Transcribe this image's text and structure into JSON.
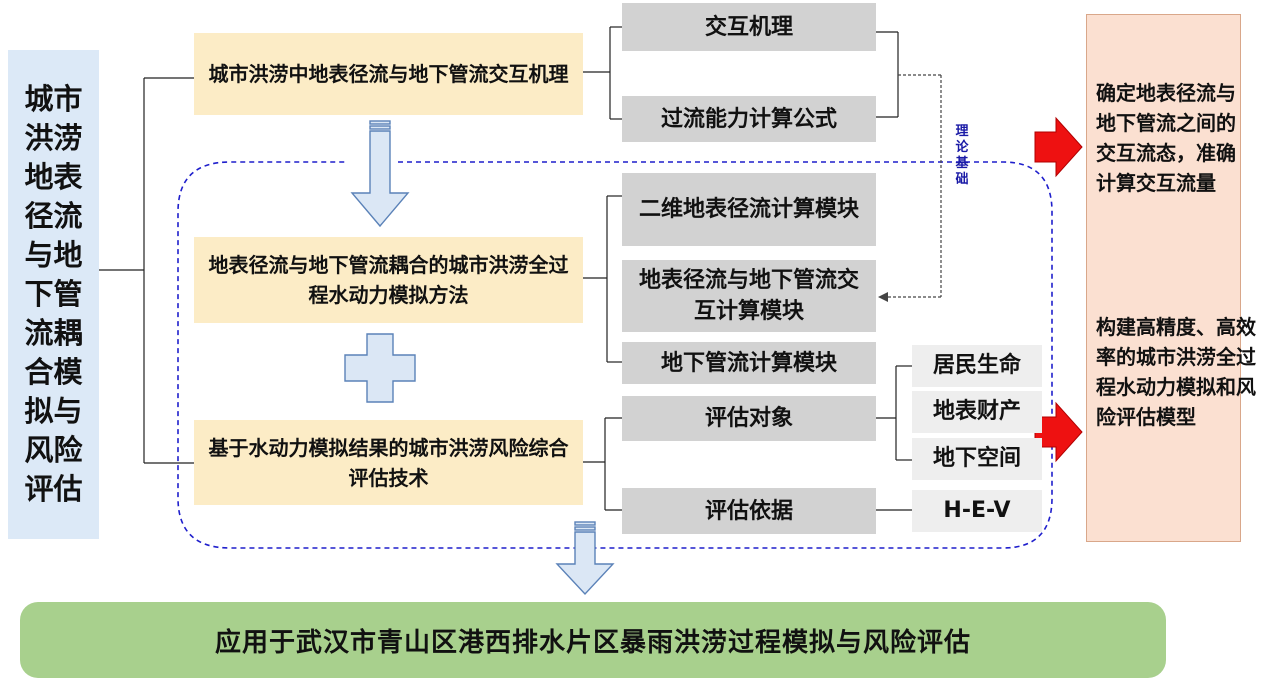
{
  "title": "城市洪涝地表径流与地下管流耦合模拟与风险评估",
  "sections": {
    "mechanism": "城市洪涝中地表径流与地下管流交互机理",
    "simulation": "地表径流与地下管流耦合的城市洪涝全过程水动力模拟方法",
    "risk": "基于水动力模拟结果的城市洪涝风险综合评估技术"
  },
  "mechanism_items": [
    "交互机理",
    "过流能力计算公式"
  ],
  "simulation_items": [
    "二维地表径流计算模块",
    "地表径流与地下管流交互计算模块",
    "地下管流计算模块"
  ],
  "risk_items": {
    "objects": "评估对象",
    "basis": "评估依据"
  },
  "object_items": [
    "居民生命",
    "地表财产",
    "地下空间"
  ],
  "basis_item": "H-E-V",
  "theory_label": "理论基础",
  "results": [
    "确定地表径流与地下管流之间的交互流态，准确计算交互流量",
    "构建高精度、高效率的城市洪涝全过程水动力模拟和风险评估模型"
  ],
  "application": "应用于武汉市青山区港西排水片区暴雨洪涝过程模拟与风险评估",
  "colors": {
    "title_bg": "#dce9f7",
    "section_bg": "#fcecc6",
    "module_bg": "#d2d2d2",
    "leaf_bg": "#eeeeee",
    "result_bg": "#fbe0d1",
    "application_bg": "#a8d08d",
    "dashed_border": "#1f1fcc",
    "red_arrow": "#ee1111",
    "blue_arrow_fill": "#dbe7f5",
    "blue_arrow_stroke": "#5b82b8"
  }
}
